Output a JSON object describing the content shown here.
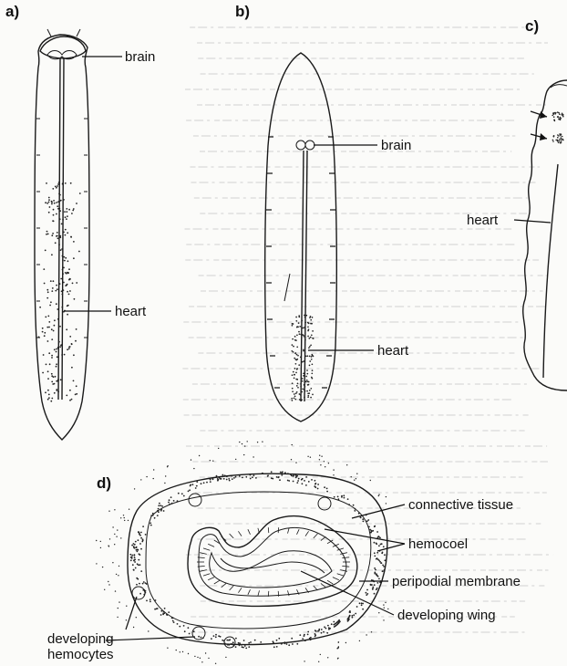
{
  "panels": {
    "a": "a)",
    "b": "b)",
    "c": "c)",
    "d": "d)"
  },
  "labels": {
    "a_brain": "brain",
    "a_heart": "heart",
    "b_brain": "brain",
    "b_heart": "heart",
    "c_heart": "heart",
    "d_connective_tissue": "connective tissue",
    "d_hemocoel": "hemocoel",
    "d_peripodial_membrane": "peripodial membrane",
    "d_developing_wing": "developing wing",
    "d_developing_hemocytes_line1": "developing",
    "d_developing_hemocytes_line2": "hemocytes"
  },
  "colors": {
    "ink": "#1a1a1a",
    "paper": "#fbfbf9",
    "bleed_text": "#d9d9d9"
  }
}
